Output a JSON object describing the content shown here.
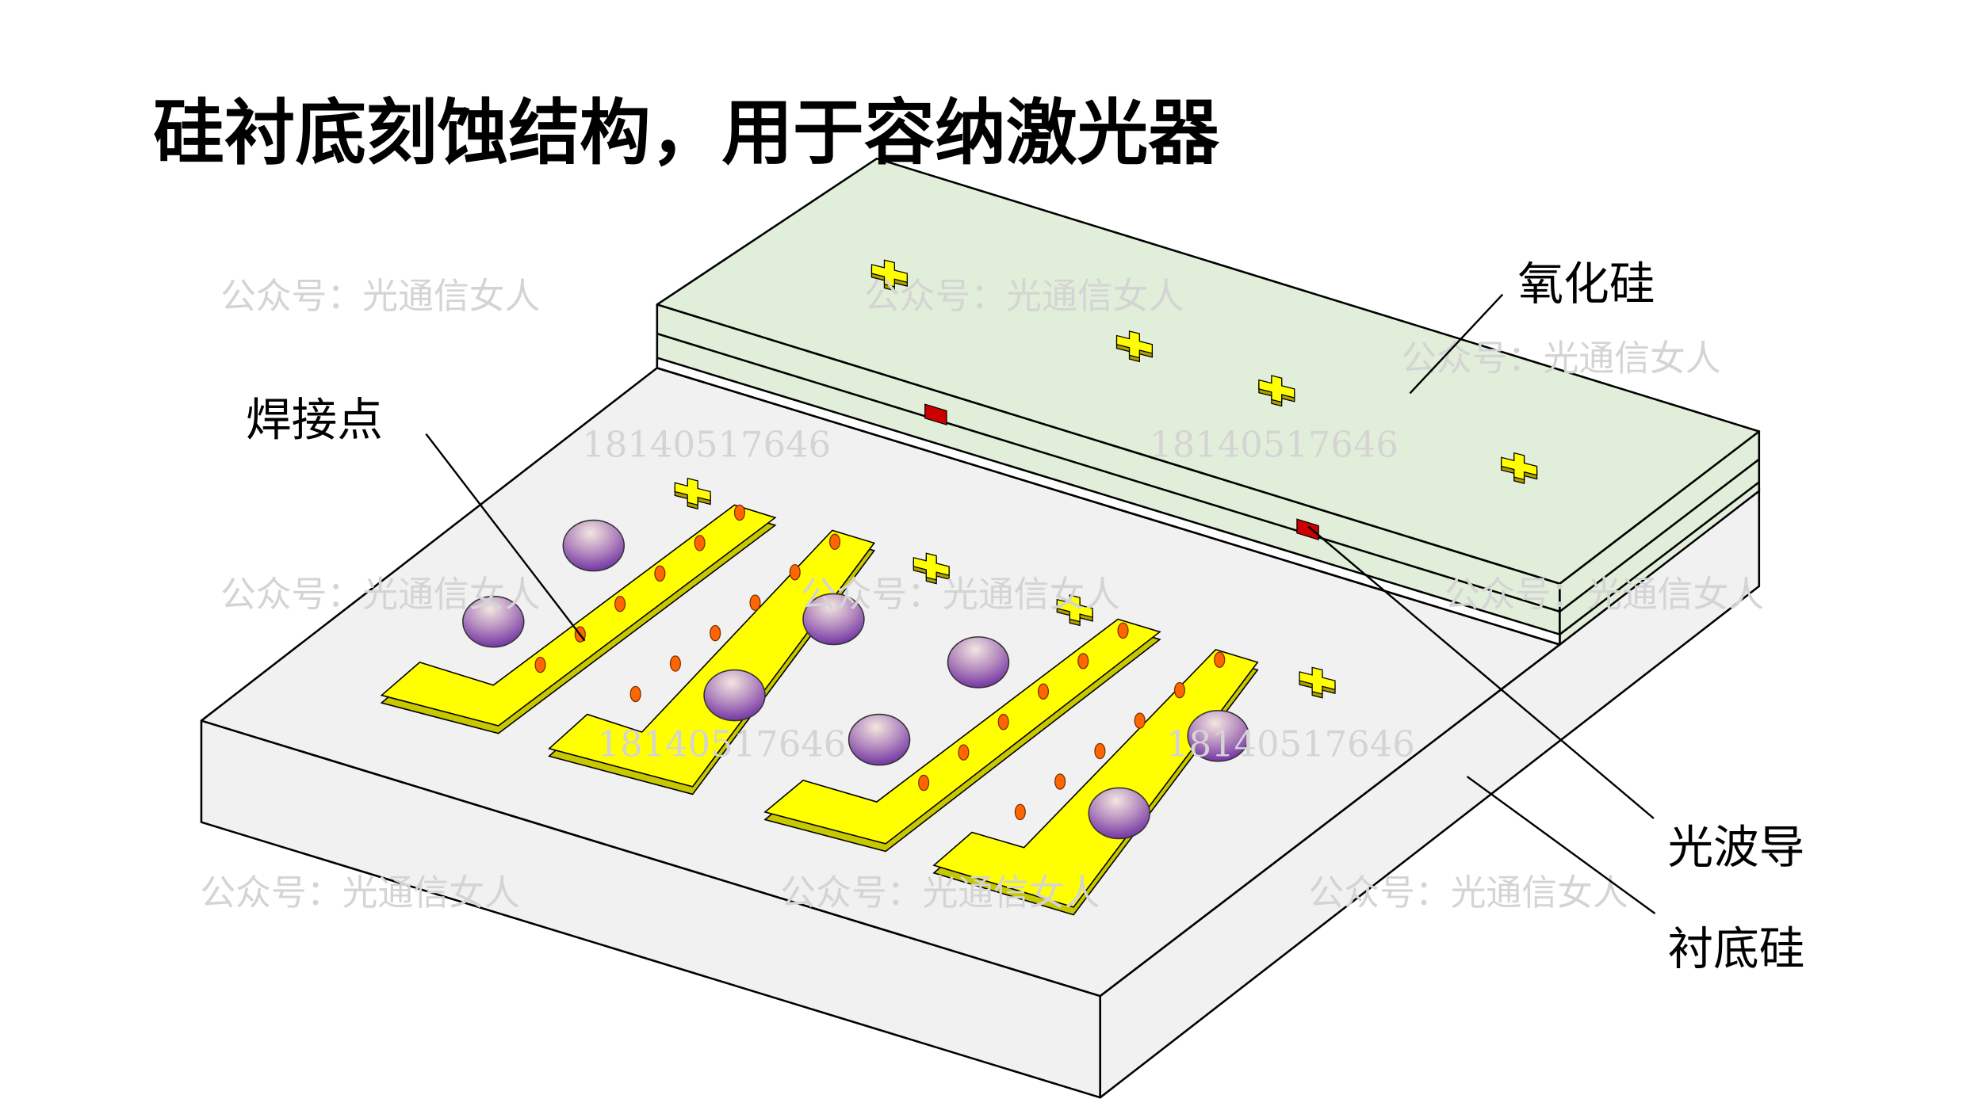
{
  "title": "硅衬底刻蚀结构，用于容纳激光器",
  "labels": {
    "oxide": "氧化硅",
    "solder": "焊接点",
    "waveguide": "光波导",
    "substrate": "衬底硅"
  },
  "watermarks": {
    "account": "公众号：光通信女人",
    "phone": "18140517646"
  },
  "colors": {
    "substrate": "#f1f1f1",
    "oxide": "#e1eed9",
    "pad": "#ffff00",
    "solder_dot": "#ff6600",
    "sphere": "#8a4fb0",
    "waveguide": "#cc0000"
  }
}
